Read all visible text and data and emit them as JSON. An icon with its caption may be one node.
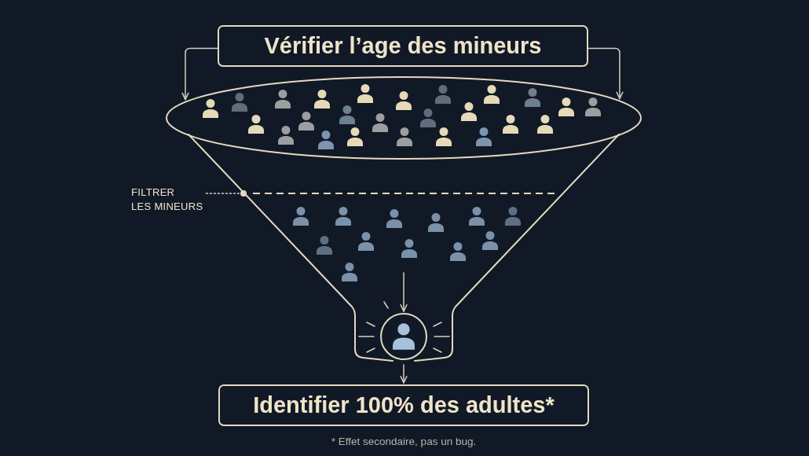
{
  "diagram": {
    "nodes": [
      {
        "text": [
          "Vérifier l’age des mineurs"
        ]
      },
      {
        "text": [],
        "shape": "funnel"
      },
      {
        "text": [
          "FILTRER LES MINEURS"
        ]
      },
      {
        "text": [],
        "shape": "line",
        "in": 1
      },
      {
        "text": [],
        "shape": "circle",
        "in": 1
      },
      {
        "text": [
          "Identifier 100% des adultes*"
        ]
      }
    ],
    "edges": [
      {
        "from": 0,
        "to": 1,
        "arrow": "to"
      },
      {
        "from": 0,
        "to": 1,
        "arrow": "to"
      },
      {
        "from": 2,
        "to": 3,
        "arrow": "other",
        "style": "dashed"
      },
      {
        "from": null,
        "to": 4,
        "arrow": "to"
      },
      {
        "from": 1,
        "to": 5,
        "arrow": "to"
      }
    ],
    "labels": [
      "* Effet secondaire, pas un bug."
    ]
  }
}
